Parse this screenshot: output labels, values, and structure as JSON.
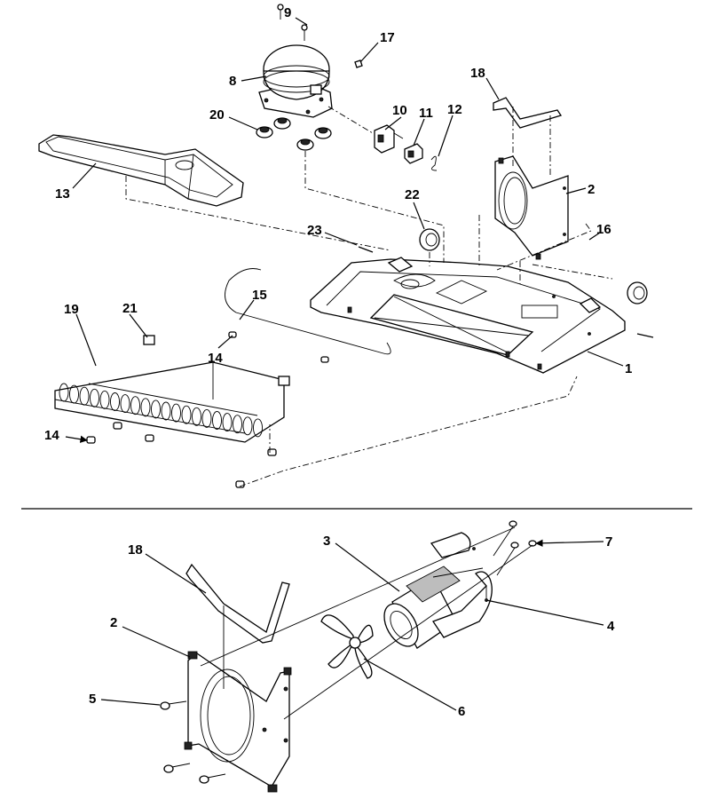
{
  "callouts_top": [
    {
      "id": "c9",
      "text": "9"
    },
    {
      "id": "c17",
      "text": "17"
    },
    {
      "id": "c8",
      "text": "8"
    },
    {
      "id": "c18a",
      "text": "18"
    },
    {
      "id": "c20",
      "text": "20"
    },
    {
      "id": "c10",
      "text": "10"
    },
    {
      "id": "c11",
      "text": "11"
    },
    {
      "id": "c12",
      "text": "12"
    },
    {
      "id": "c13",
      "text": "13"
    },
    {
      "id": "c2a",
      "text": "2"
    },
    {
      "id": "c22",
      "text": "22"
    },
    {
      "id": "c23",
      "text": "23"
    },
    {
      "id": "c16",
      "text": "16"
    },
    {
      "id": "c15",
      "text": "15"
    },
    {
      "id": "c19",
      "text": "19"
    },
    {
      "id": "c21",
      "text": "21"
    },
    {
      "id": "c14a",
      "text": "14"
    },
    {
      "id": "c1",
      "text": "1"
    },
    {
      "id": "c14b",
      "text": "14"
    }
  ],
  "callouts_bottom": [
    {
      "id": "c18b",
      "text": "18"
    },
    {
      "id": "c3",
      "text": "3"
    },
    {
      "id": "c7",
      "text": "7"
    },
    {
      "id": "c2b",
      "text": "2"
    },
    {
      "id": "c4",
      "text": "4"
    },
    {
      "id": "c5",
      "text": "5"
    },
    {
      "id": "c6",
      "text": "6"
    }
  ]
}
